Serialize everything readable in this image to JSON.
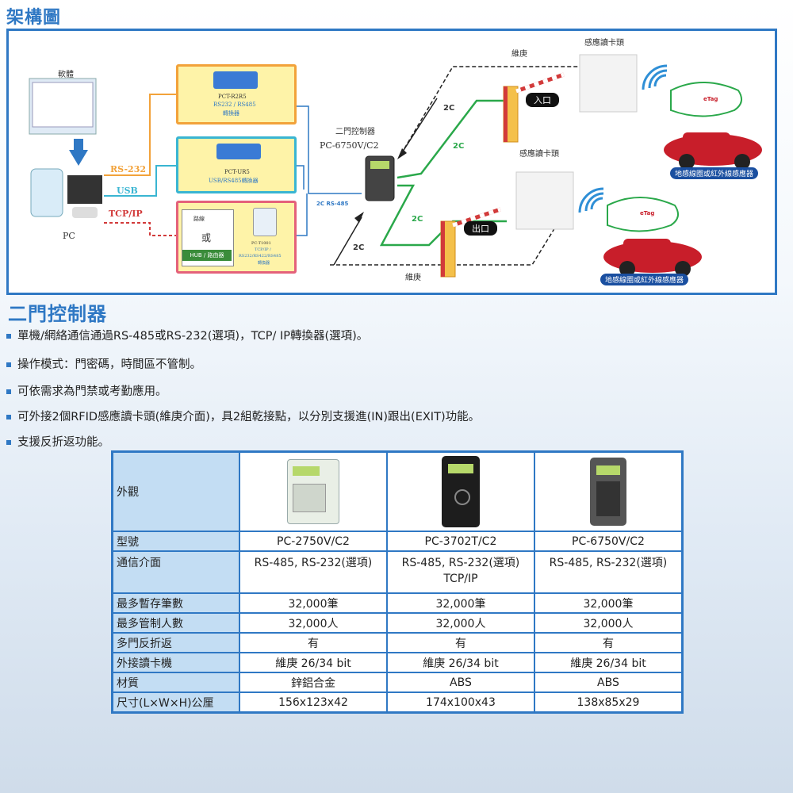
{
  "page": {
    "title": "架構圖",
    "subtitle": "二門控制器"
  },
  "diagram": {
    "software_label": "軟體",
    "pc_label": "PC",
    "rs232_label": "RS-232",
    "usb_label": "USB",
    "tcpip_label": "TCP/IP",
    "converter1_model": "PCT-R2R5",
    "converter1_desc": "RS232 / RS485",
    "converter1_type": "轉換器",
    "converter2_model": "PCT-UR5",
    "converter2_desc": "USB/RS485轉換器",
    "router_label": "路線",
    "or_label": "或",
    "hub_label": "HUB / 路由器",
    "converter3_model": "PC-T1001",
    "converter3_desc1": "TCP/IP /",
    "converter3_desc2": "RS232/RS422/RS485",
    "converter3_type": "轉換器",
    "controller_label": "二門控制器",
    "controller_model": "PC-6750V/C2",
    "bus_label": "2C  RS-485",
    "wiegand_top": "維庚",
    "wiegand_bottom": "維庚",
    "reader_top": "感應讀卡頭",
    "reader_mid": "感應讀卡頭",
    "entry_label": "入口",
    "exit_label": "出口",
    "wire_2c": "2C",
    "loop_label_top": "地感線圈或紅外線感應器",
    "loop_label_bottom": "地感線圈或紅外線感應器",
    "tag_label": "eTag"
  },
  "bullets": [
    "單機/網絡通信通過RS-485或RS-232(選項)，TCP/ IP轉換器(選項)。",
    "操作模式：門密碼，時間區不管制。",
    "可依需求為門禁或考勤應用。",
    "可外接2個RFID感應讀卡頭(維庚介面)，具2組乾接點，以分別支援進(IN)跟出(EXIT)功能。",
    "支援反折返功能。"
  ],
  "table": {
    "rows": [
      {
        "label": "外觀",
        "c1": "",
        "c2": "",
        "c3": ""
      },
      {
        "label": "型號",
        "c1": "PC-2750V/C2",
        "c2": "PC-3702T/C2",
        "c3": "PC-6750V/C2"
      },
      {
        "label": "通信介面",
        "c1": "RS-485, RS-232(選項)",
        "c2": "RS-485, RS-232(選項)",
        "c2b": "TCP/IP",
        "c3": "RS-485, RS-232(選項)"
      },
      {
        "label": "最多暫存筆數",
        "c1": "32,000筆",
        "c2": "32,000筆",
        "c3": "32,000筆"
      },
      {
        "label": "最多管制人數",
        "c1": "32,000人",
        "c2": "32,000人",
        "c3": "32,000人"
      },
      {
        "label": "多門反折返",
        "c1": "有",
        "c2": "有",
        "c3": "有"
      },
      {
        "label": "外接讀卡機",
        "c1": "維庚 26/34 bit",
        "c2": "維庚 26/34 bit",
        "c3": "維庚 26/34 bit"
      },
      {
        "label": "材質",
        "c1": "鋅鋁合金",
        "c2": "ABS",
        "c3": "ABS"
      },
      {
        "label": "尺寸(L×W×H)公厘",
        "c1": "156x123x42",
        "c2": "174x100x43",
        "c3": "138x85x29"
      }
    ]
  },
  "colors": {
    "accent": "#2f78c4",
    "header_cell": "#c3ddf3",
    "orange_line": "#f2a23a",
    "cyan_line": "#39b5d2",
    "red_line": "#e4617a",
    "green_wire": "#2aa84a"
  }
}
